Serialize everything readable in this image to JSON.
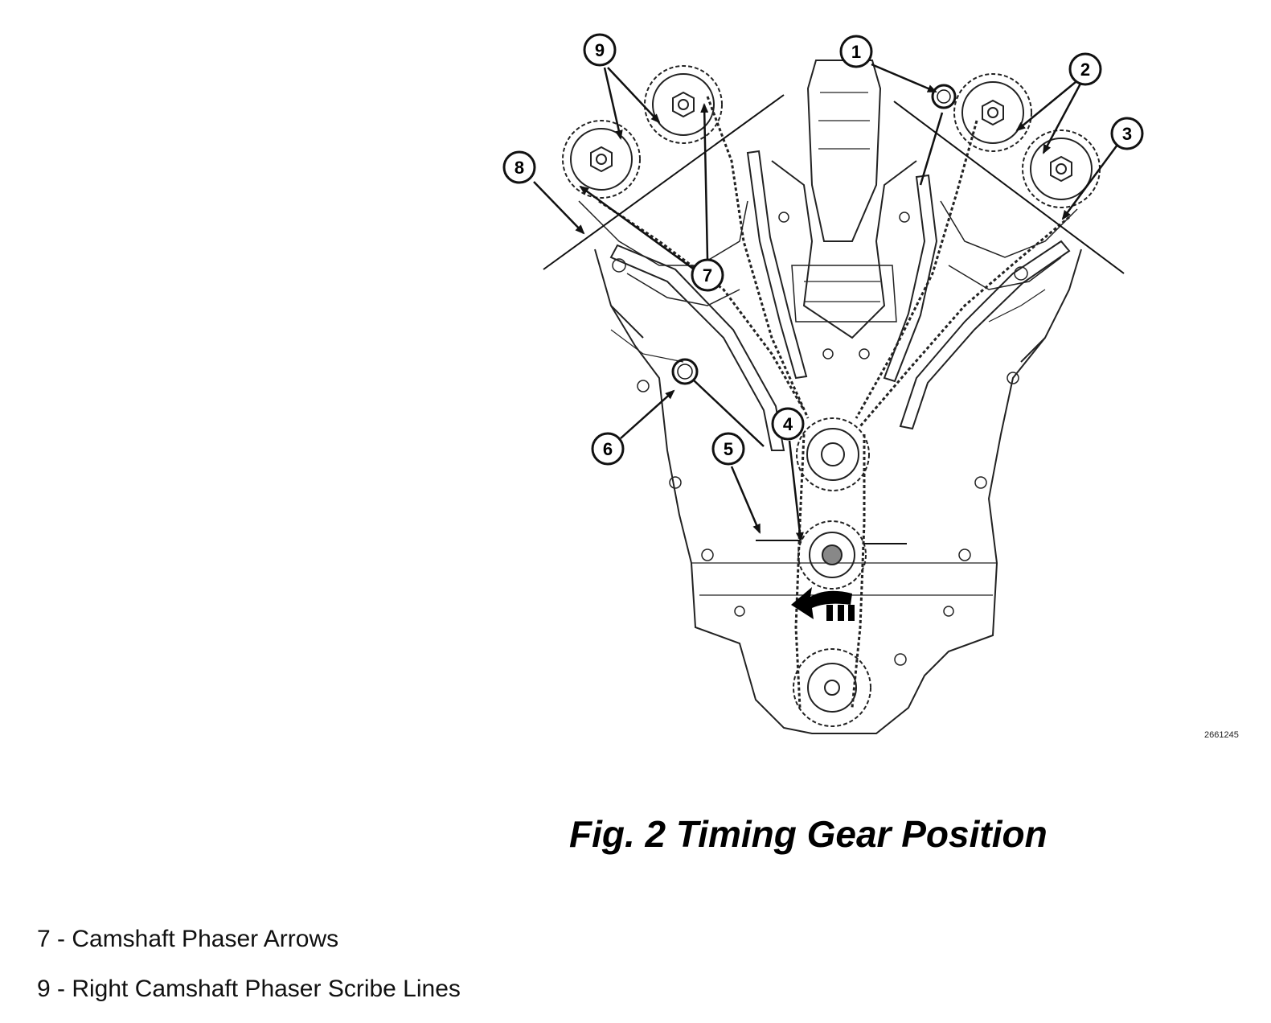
{
  "figure": {
    "caption": "Fig. 2 Timing Gear Position",
    "image_id": "2661245"
  },
  "callouts": [
    "1",
    "2",
    "3",
    "4",
    "5",
    "6",
    "7",
    "8",
    "9"
  ],
  "legend": [
    {
      "number": "7",
      "label": "Camshaft Phaser Arrows",
      "text": "7 - Camshaft Phaser Arrows"
    },
    {
      "number": "9",
      "label": "Right Camshaft Phaser Scribe Lines",
      "text": "9 - Right Camshaft Phaser Scribe Lines"
    }
  ],
  "colors": {
    "ink": "#111111",
    "background": "#ffffff"
  }
}
